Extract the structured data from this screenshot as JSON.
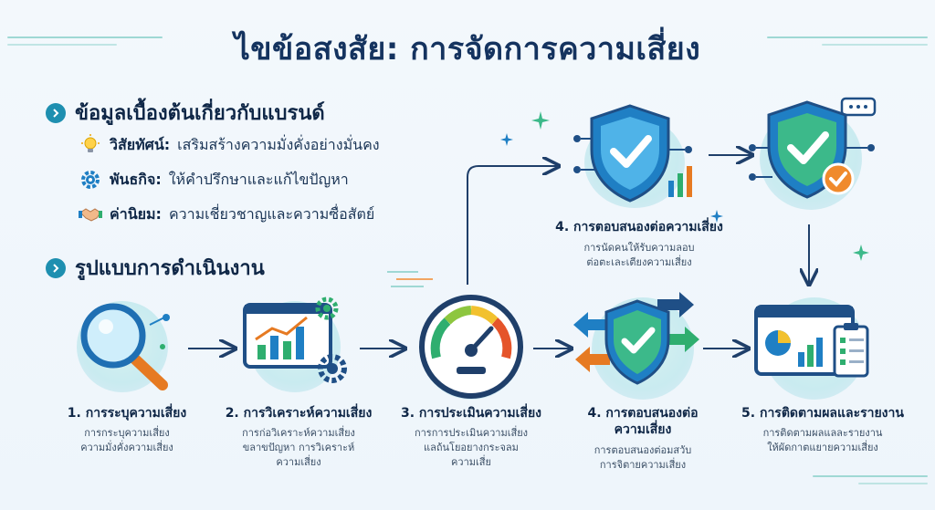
{
  "title": "ไขข้อสงสัย: การจัดการความเสี่ยง",
  "brand_section": {
    "heading": "ข้อมูลเบื้องต้นเกี่ยวกับแบรนด์",
    "items": [
      {
        "icon": "lightbulb-icon",
        "label": "วิสัยทัศน์:",
        "text": "เสริมสร้างความมั่งคั่งอย่างมั่นคง"
      },
      {
        "icon": "gear-icon",
        "label": "พันธกิจ:",
        "text": "ให้คำปรึกษาและแก้ไขปัญหา"
      },
      {
        "icon": "handshake-icon",
        "label": "ค่านิยม:",
        "text": "ความเชี่ยวชาญและความซื่อสัตย์"
      }
    ]
  },
  "process_section": {
    "heading": "รูปแบบการดำเนินงาน"
  },
  "steps": [
    {
      "title": "1. การระบุความเสี่ยง",
      "desc": [
        "การกระบุความเสี่ยง",
        "ความมั่งคั่งความเสี่ยง"
      ]
    },
    {
      "title": "2. การวิเคราะห์ความเสี่ยง",
      "desc": [
        "การก่อวิเคราะห์ความเสี่ยง",
        "ขลาขปัญหา การวิเคราะห์",
        "ความเสี่ยง"
      ]
    },
    {
      "title": "3. การประเมินความเสี่ยง",
      "desc": [
        "การการประเมินความเสี่ยง",
        "แลถ้นโยอยางกระจลม",
        "ความเสี่ย"
      ]
    },
    {
      "title": [
        "4. การตอบสนองต่อ",
        "ความเสี่ยง"
      ],
      "desc": [
        "การตอบสนองต่อมสวับ",
        "การจิตายความเสี่ยง"
      ]
    },
    {
      "title": "5. การติดตามผลและรายงาน",
      "desc": [
        "การติดตามผลแลละรายงาน",
        "ให้ผัดกาตแยายความเสี่ยง"
      ]
    }
  ],
  "upper_step": {
    "title": "4. การตอบสนองต่อความเสี่ยง",
    "desc": [
      "การนัดคนให้รับความลอบ",
      "ต่อตะเละเตียงความเสี่ยง"
    ]
  },
  "colors": {
    "accent": "#1e8fb0",
    "title": "#14335f",
    "shield": "#1f7fc4",
    "check": "#2fae6f",
    "warn": "#f08a2c"
  }
}
